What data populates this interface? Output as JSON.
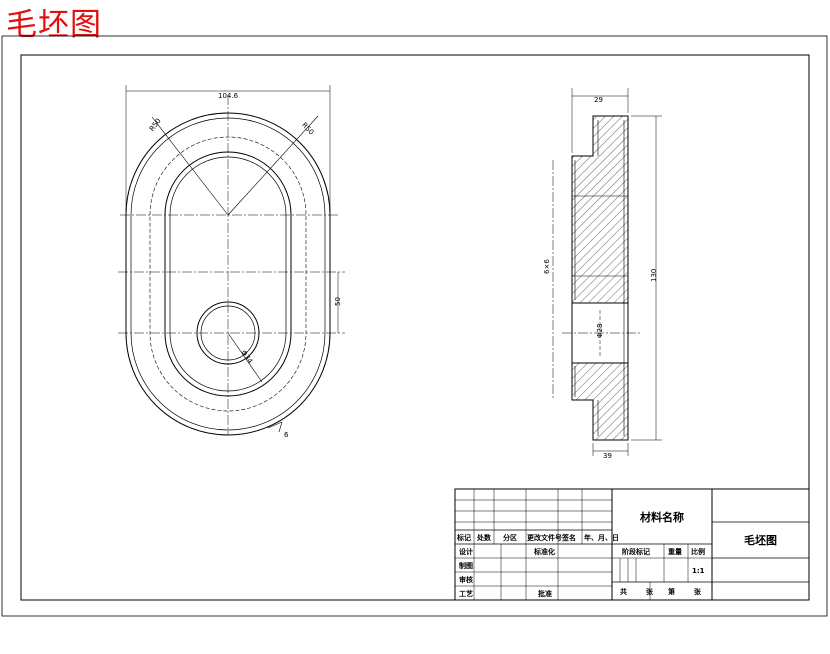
{
  "stamp_title": "毛坯图",
  "front_view": {
    "dims": {
      "width": "104.6",
      "radius_outer": "R50",
      "radius_inner": "R50",
      "center_offset": "50",
      "hole_dia": "Φ34",
      "finish": "6"
    }
  },
  "side_view": {
    "dims": {
      "top_width": "29",
      "bottom_width": "39",
      "height": "130",
      "left_dim": "6×6",
      "bore": "Φ28"
    }
  },
  "title_block": {
    "material": "材料名称",
    "drawing_name": "毛坯图",
    "row_headers": [
      "标记",
      "处数",
      "分区",
      "更改文件号",
      "签名",
      "年、月、日"
    ],
    "left_labels": [
      "设计",
      "制图",
      "审核",
      "工艺"
    ],
    "standardization": "标准化",
    "approve": "批准",
    "stage_mark": "阶段标记",
    "weight": "重量",
    "scale": "比例",
    "scale_value": "1:1",
    "sheet_total": "共",
    "sheet_unit1": "张",
    "sheet_no": "第",
    "sheet_unit2": "张"
  }
}
